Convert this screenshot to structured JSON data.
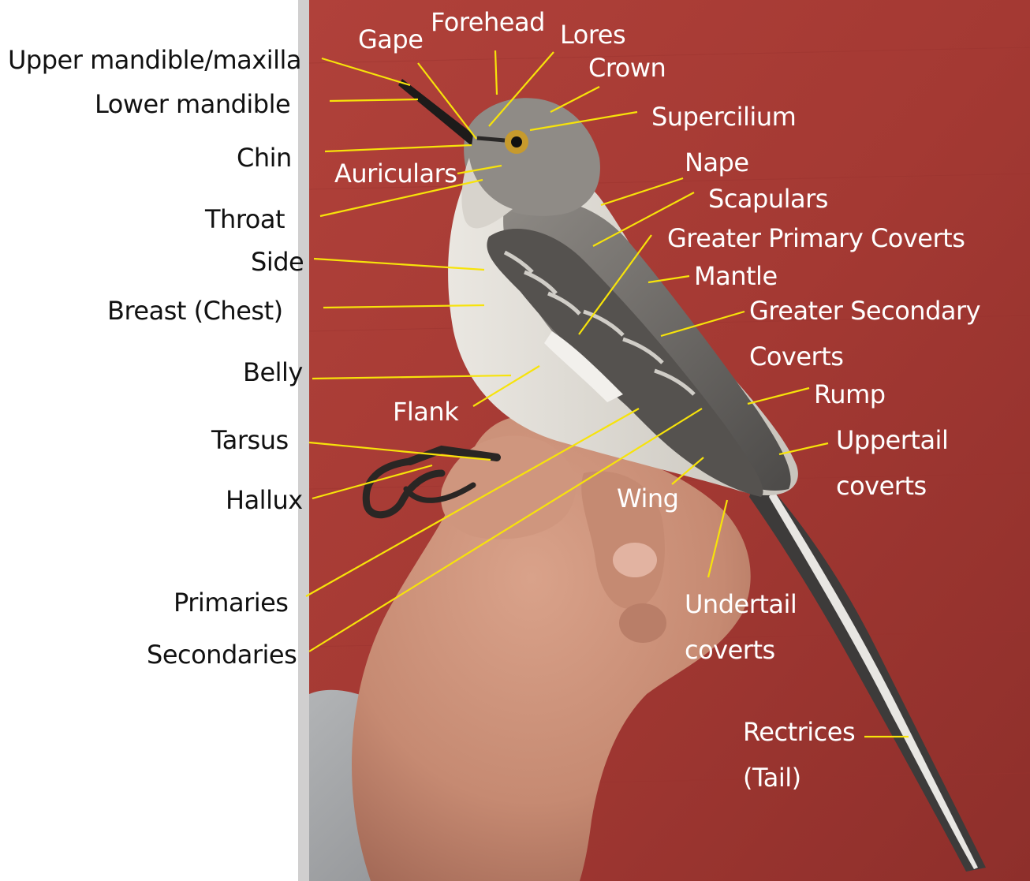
{
  "colors": {
    "background": "#ffffff",
    "photo_backdrop": "#a63a35",
    "leader_line": "#f7e30a",
    "label_dark": "#111111",
    "label_light": "#ffffff",
    "bird_plumage": "#7d7a76",
    "bird_underparts": "#d9d6cf",
    "hand_skin": "#c98f77",
    "sleeve": "#a4a6a8"
  },
  "labels": {
    "upper_mandible": "Upper mandible/maxilla",
    "lower_mandible": "Lower mandible",
    "chin": "Chin",
    "throat": "Throat",
    "side": "Side",
    "breast": "Breast (Chest)",
    "belly": "Belly",
    "tarsus": "Tarsus",
    "hallux": "Hallux",
    "primaries": "Primaries",
    "secondaries": "Secondaries",
    "gape": "Gape",
    "forehead": "Forehead",
    "lores": "Lores",
    "crown": "Crown",
    "supercilium": "Supercilium",
    "auriculars": "Auriculars",
    "nape": "Nape",
    "scapulars": "Scapulars",
    "greater_primary_coverts": "Greater Primary Coverts",
    "mantle": "Mantle",
    "greater_secondary_coverts": "Greater Secondary",
    "greater_secondary_coverts_2": "Coverts",
    "flank": "Flank",
    "rump": "Rump",
    "uppertail_coverts": "Uppertail",
    "uppertail_coverts_2": "coverts",
    "wing": "Wing",
    "undertail_coverts": "Undertail",
    "undertail_coverts_2": "coverts",
    "rectrices": "Rectrices",
    "rectrices_2": "(Tail)"
  }
}
